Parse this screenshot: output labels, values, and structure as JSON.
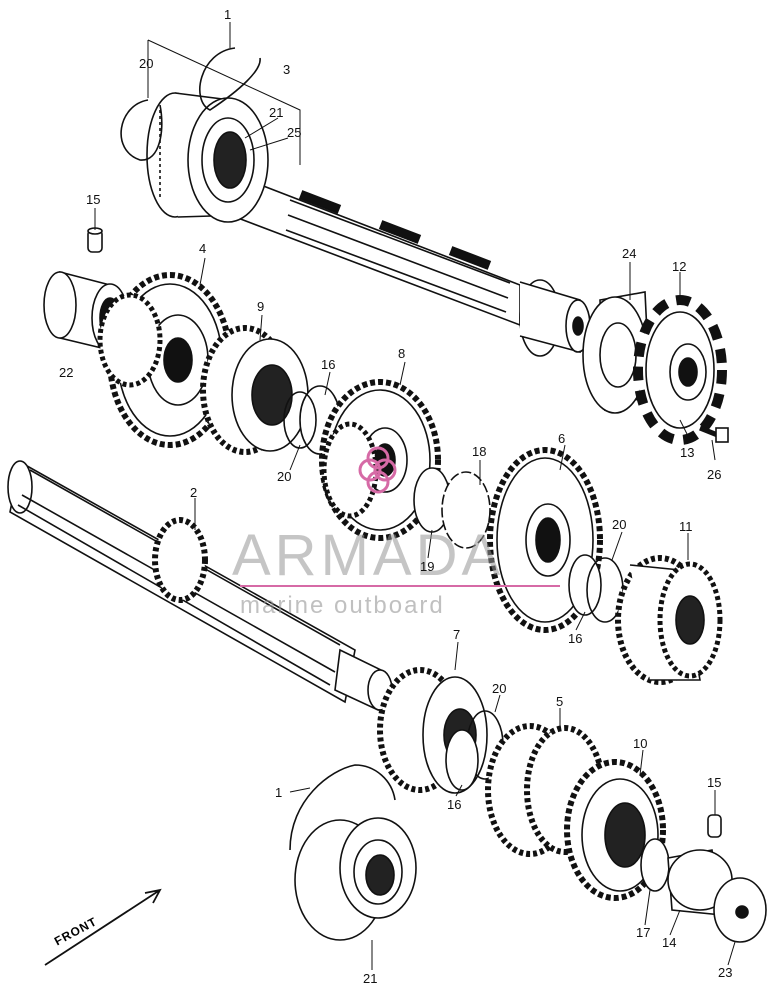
{
  "labels": {
    "l1a": "1",
    "l20a": "20",
    "l3": "3",
    "l21a": "21",
    "l25": "25",
    "l15a": "15",
    "l4": "4",
    "l22": "22",
    "l9": "9",
    "l16a": "16",
    "l20b": "20",
    "l8": "8",
    "l24": "24",
    "l12": "12",
    "l13": "13",
    "l26": "26",
    "l18": "18",
    "l19": "19",
    "l6": "6",
    "l20c": "20",
    "l11": "11",
    "l16b": "16",
    "l2": "2",
    "l7": "7",
    "l20d": "20",
    "l16c": "16",
    "l5": "5",
    "l10": "10",
    "l1b": "1",
    "l15b": "15",
    "l17": "17",
    "l14": "14",
    "l21b": "21",
    "l23": "23"
  },
  "front_text": "FRONT",
  "watermark": {
    "brand": "ARMADA",
    "sub": "marine outboard"
  },
  "colors": {
    "ink": "#111111",
    "watermark": "#9a9a9a",
    "logo": "#d66aa6"
  }
}
